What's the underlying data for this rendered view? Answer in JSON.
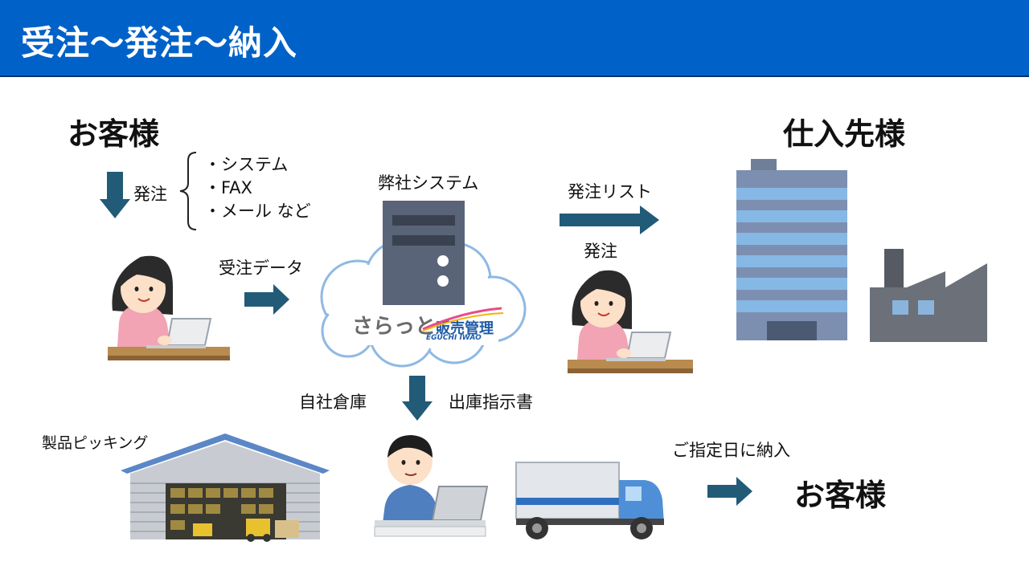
{
  "title": "受注～発注～納入",
  "customer_top": "お客様",
  "supplier": "仕入先様",
  "order_label": "発注",
  "order_methods": [
    "・システム",
    "・FAX",
    "・メール など"
  ],
  "company_system": "弊社システム",
  "order_list": "発注リスト",
  "order_to_supplier": "発注",
  "order_data": "受注データ",
  "own_warehouse": "自社倉庫",
  "shipping_instruction": "出庫指示書",
  "product_picking": "製品ピッキング",
  "delivery_date": "ご指定日に納入",
  "customer_bottom": "お客様",
  "logo": {
    "main": "さらっと",
    "sub": "販売管理",
    "maker": "EGUCHI IWAO"
  },
  "colors": {
    "header": "#0062c8",
    "arrow": "#215b78"
  }
}
